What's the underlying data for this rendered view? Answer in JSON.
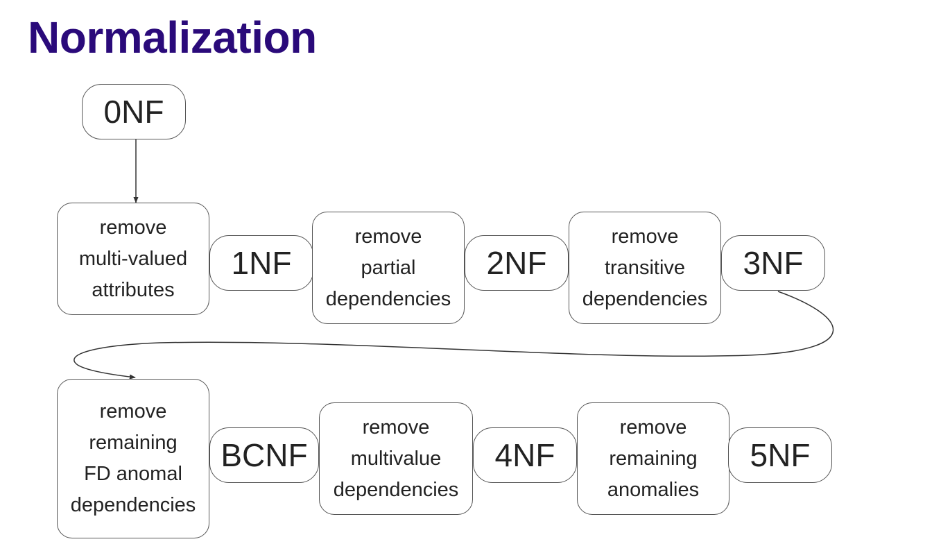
{
  "title": "Normalization",
  "colors": {
    "title": "#2a0a7a",
    "border": "#555555",
    "text": "#222222",
    "connector": "#333333"
  },
  "nodes": {
    "nf0": "0NF",
    "step_multi_valued": [
      "remove",
      "multi-valued",
      "attributes"
    ],
    "nf1": "1NF",
    "step_partial": [
      "remove",
      "partial",
      "dependencies"
    ],
    "nf2": "2NF",
    "step_transitive": [
      "remove",
      "transitive",
      "dependencies"
    ],
    "nf3": "3NF",
    "step_fd_anomal": [
      "remove",
      "remaining",
      "FD anomal",
      "dependencies"
    ],
    "bcnf": "BCNF",
    "step_multivalue": [
      "remove",
      "multivalue",
      "dependencies"
    ],
    "nf4": "4NF",
    "step_remaining_anomalies": [
      "remove",
      "remaining",
      "anomalies"
    ],
    "nf5": "5NF"
  }
}
